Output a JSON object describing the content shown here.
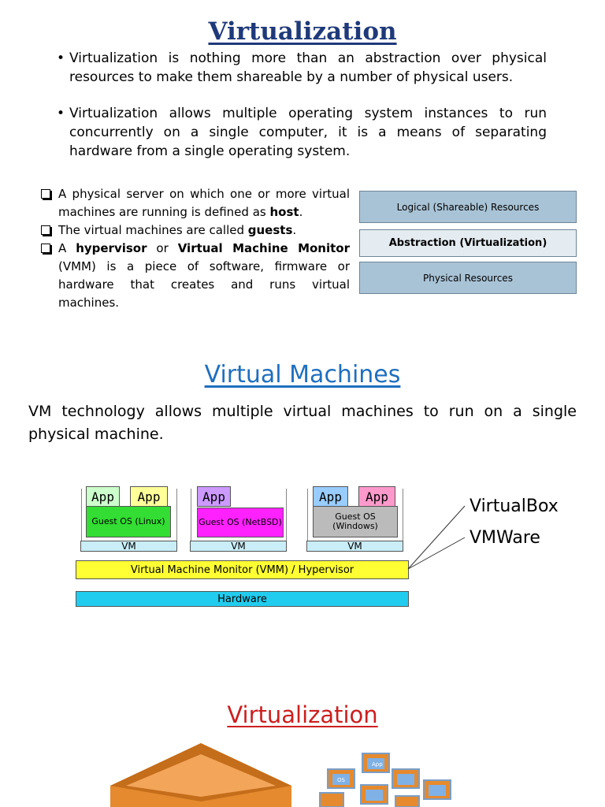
{
  "section1": {
    "title": "Virtualization",
    "bullets": [
      "Virtualization is nothing more than an abstraction over physical resources to make them shareable by a number of physical users.",
      "Virtualization allows multiple operating system instances to run concurrently on a single computer, it is a means of separating hardware from a single operating system."
    ],
    "checklist": {
      "item1_pre": "A physical server on which one or more virtual machines are running is defined as ",
      "item1_bold": "host",
      "item1_post": ".",
      "item2_pre": "The virtual machines are called ",
      "item2_bold": "guests",
      "item2_post": ".",
      "item3_a": "A ",
      "item3_b": "hypervisor",
      "item3_c": " or ",
      "item3_d": "Virtual Machine Monitor",
      "item3_e": " (VMM) is a piece of software, firmware or hardware that creates and runs virtual machines."
    },
    "layers": {
      "top": "Logical (Shareable) Resources",
      "middle": "Abstraction (Virtualization)",
      "bottom": "Physical Resources"
    }
  },
  "section2": {
    "title": "Virtual Machines",
    "paragraph": "VM technology allows multiple virtual machines to run on a single physical machine.",
    "diagram": {
      "app_label": "App",
      "vm_label": "VM",
      "guest1": "Guest OS (Linux)",
      "guest2": "Guest OS (NetBSD)",
      "guest3": "Guest OS (Windows)",
      "vmm": "Virtual Machine Monitor (VMM) / Hypervisor",
      "hardware": "Hardware",
      "products": [
        "VirtualBox",
        "VMWare"
      ],
      "colors": {
        "app_green": "#ccffcc",
        "app_yellow": "#ffff99",
        "app_purple": "#cc99ff",
        "app_blue": "#99ccff",
        "app_pink": "#ff99cc",
        "os_linux": "#33dd33",
        "os_netbsd": "#ff22ff",
        "os_windows": "#bbbbbb",
        "vmm": "#ffff33",
        "hardware": "#22ccee"
      }
    }
  },
  "section3": {
    "title": "Virtualization",
    "icon_label": "App",
    "icon_os": "OS"
  }
}
